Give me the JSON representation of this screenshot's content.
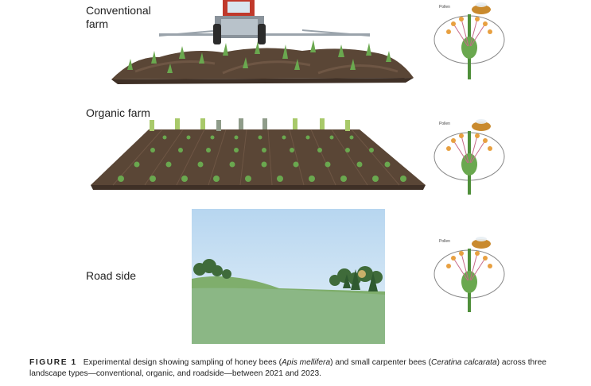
{
  "rows": [
    {
      "label": "Conventional farm",
      "label_lines": [
        "Conventional",
        "farm"
      ],
      "flower_tag": "Pollen"
    },
    {
      "label": "Organic farm",
      "label_lines": [
        "Organic farm"
      ],
      "flower_tag": "Pollen"
    },
    {
      "label": "Road side",
      "label_lines": [
        "Road side"
      ],
      "flower_tag": "Pollen"
    }
  ],
  "caption": {
    "figure_label": "FIGURE 1",
    "text_before": "Experimental design showing sampling of honey bees (",
    "species_1": "Apis mellifera",
    "text_middle": ") and small carpenter bees (",
    "species_2": "Ceratina calcarata",
    "text_after": ") across three landscape types—conventional, organic, and roadside—between 2021 and 2023."
  },
  "colors": {
    "soil": "#5a4636",
    "crop_green": "#6aa84f",
    "sky": "#bcd9f0",
    "grass": "#86b07a",
    "petal": "#ffffff",
    "stamen": "#e8a040",
    "bee_body": "#c98a2e"
  }
}
